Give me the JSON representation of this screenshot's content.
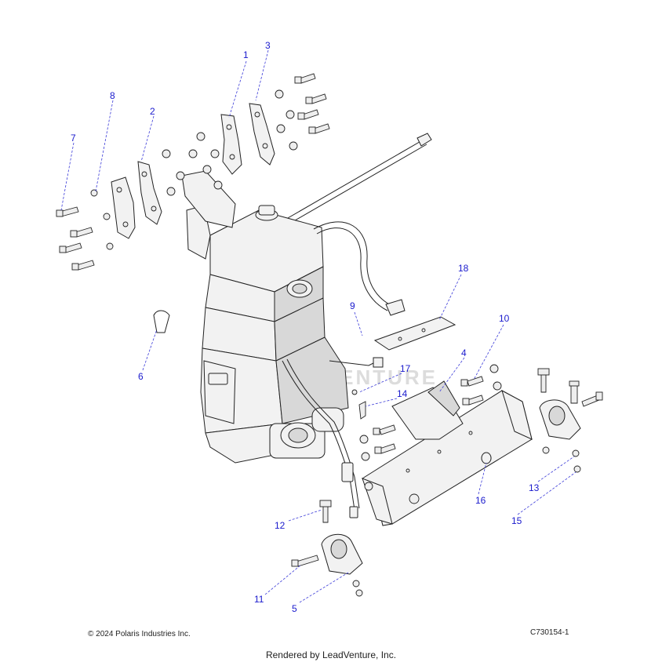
{
  "diagram": {
    "watermark": "LEADVENTURE",
    "callouts": [
      {
        "id": "1",
        "label": "1"
      },
      {
        "id": "2",
        "label": "2"
      },
      {
        "id": "3",
        "label": "3"
      },
      {
        "id": "4",
        "label": "4"
      },
      {
        "id": "5",
        "label": "5"
      },
      {
        "id": "6",
        "label": "6"
      },
      {
        "id": "7",
        "label": "7"
      },
      {
        "id": "8",
        "label": "8"
      },
      {
        "id": "9",
        "label": "9"
      },
      {
        "id": "10",
        "label": "10"
      },
      {
        "id": "11",
        "label": "11"
      },
      {
        "id": "12",
        "label": "12"
      },
      {
        "id": "13",
        "label": "13"
      },
      {
        "id": "14",
        "label": "14"
      },
      {
        "id": "15",
        "label": "15"
      },
      {
        "id": "16",
        "label": "16"
      },
      {
        "id": "17",
        "label": "17"
      },
      {
        "id": "18",
        "label": "18"
      }
    ],
    "callout_color": "#1a1acd"
  },
  "footer": {
    "copyright": "© 2024 Polaris Industries Inc.",
    "code": "C730154-1",
    "rendered_by": "Rendered by LeadVenture, Inc."
  }
}
